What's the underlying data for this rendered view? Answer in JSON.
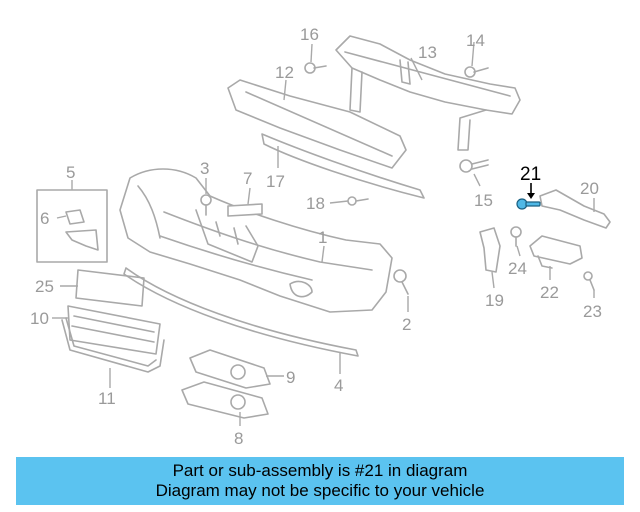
{
  "diagram": {
    "highlight_color": "#5bc3f0",
    "callouts": {
      "c1": "1",
      "c2": "2",
      "c3": "3",
      "c4": "4",
      "c5": "5",
      "c6": "6",
      "c7": "7",
      "c8": "8",
      "c9": "9",
      "c10": "10",
      "c11": "11",
      "c12": "12",
      "c13": "13",
      "c14": "14",
      "c15": "15",
      "c16": "16",
      "c17": "17",
      "c18": "18",
      "c19": "19",
      "c20": "20",
      "c21": "21",
      "c22": "22",
      "c23": "23",
      "c24": "24",
      "c25": "25"
    }
  },
  "banner": {
    "line1": "Part or sub-assembly is #21 in diagram",
    "line2": "Diagram may not be specific to your vehicle"
  }
}
